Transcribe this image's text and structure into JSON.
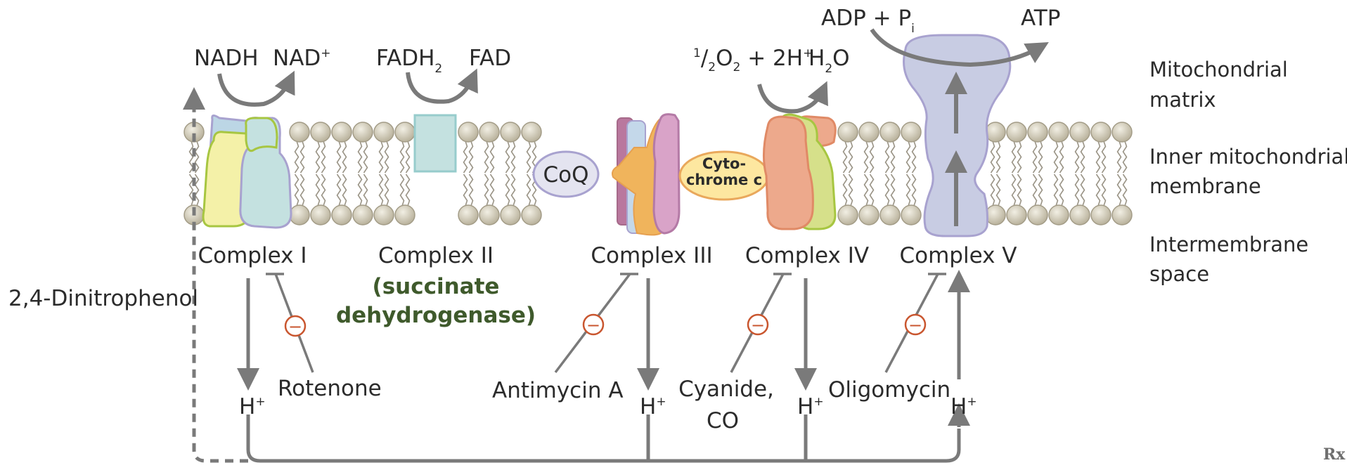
{
  "compartments": {
    "matrix": [
      "Mitochondrial",
      "matrix"
    ],
    "membrane": [
      "Inner mitochondrial",
      "membrane"
    ],
    "space": [
      "Intermembrane",
      "space"
    ]
  },
  "complexes": {
    "c1": "Complex I",
    "c2": "Complex II",
    "c2_sub": [
      "(succinate",
      "dehydrogenase)"
    ],
    "c3": "Complex III",
    "c4": "Complex IV",
    "c5": "Complex V"
  },
  "carriers": {
    "coq": "CoQ",
    "cytc": [
      "Cyto-",
      "chrome c"
    ]
  },
  "reactions": {
    "c1_from": "NADH",
    "c1_to": "NAD",
    "c1_to_sup": "+",
    "c2_from": "FADH",
    "c2_from_sub": "2",
    "c2_to": "FAD",
    "c4_from_sup": "1",
    "c4_from_frac": "/",
    "c4_from_sub": "2",
    "c4_from_o": "O",
    "c4_from_o_sub": "2",
    "c4_from_rest": " + 2H",
    "c4_from_rest_sup": "+",
    "c4_to_h": "H",
    "c4_to_sub": "2",
    "c4_to_o": "O",
    "c5_from": "ADP + P",
    "c5_from_sub": "i",
    "c5_to": "ATP"
  },
  "proton": {
    "h": "H",
    "sup": "+"
  },
  "inhibitors": {
    "rotenone": "Rotenone",
    "antimycin": "Antimycin A",
    "cyanide": [
      "Cyanide,",
      "CO"
    ],
    "oligomycin": "Oligomycin",
    "dnp": "2,4-Dinitrophenol",
    "minus": "−"
  },
  "logo": "Rx",
  "colors": {
    "arrow": "#7a7a7a",
    "inhibitor": "#c9562f",
    "lipid_head": "#cfc9b6",
    "green_text": "#3f5a2c"
  }
}
